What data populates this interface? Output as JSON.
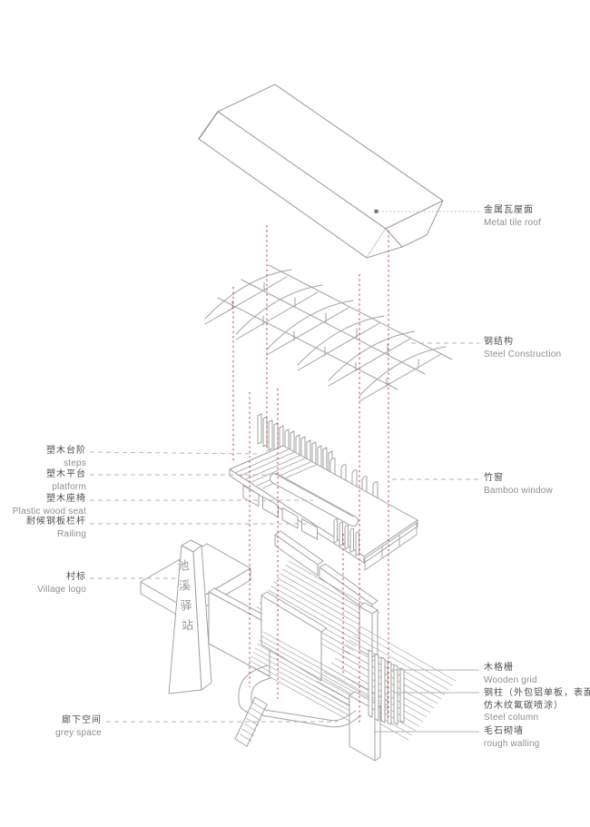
{
  "diagram_title": "exploded axonometric diagram",
  "colors": {
    "line": "#a2a2a2",
    "line_dark": "#8a8a8a",
    "red_dash": "#ac4a36",
    "leader": "#b3b3b3",
    "label_cn": "#4f4f4f",
    "label_en": "#8e8e8e"
  },
  "labels": {
    "right": [
      {
        "id": "metal-tile-roof",
        "cn": "金属瓦屋面",
        "en": "Metal tile roof"
      },
      {
        "id": "steel-construction",
        "cn": "钢结构",
        "en": "Steel Construction"
      },
      {
        "id": "bamboo-window",
        "cn": "竹窗",
        "en": "Bamboo window"
      },
      {
        "id": "wooden-grid",
        "cn": "木格栅",
        "en": "Wooden grid"
      },
      {
        "id": "steel-column",
        "cn": "钢柱（外包铝单板，表面",
        "cn2": "仿木纹氟碳喷涂）",
        "en": "Steel column"
      },
      {
        "id": "rough-walling",
        "cn": "毛石砌墙",
        "en": "rough walling"
      }
    ],
    "left": [
      {
        "id": "steps",
        "cn": "塑木台阶",
        "en": "steps"
      },
      {
        "id": "platform",
        "cn": "塑木平台",
        "en": "platform"
      },
      {
        "id": "seat",
        "cn": "塑木座椅",
        "en": "Plastic wood seat"
      },
      {
        "id": "railing",
        "cn": "耐候钢板栏杆",
        "en": "Railing"
      },
      {
        "id": "village-logo",
        "cn": "村标",
        "en": "Village logo"
      },
      {
        "id": "grey-space",
        "cn": "廊下空间",
        "en": "grey space"
      }
    ]
  },
  "monument_text": "池溪驿站"
}
